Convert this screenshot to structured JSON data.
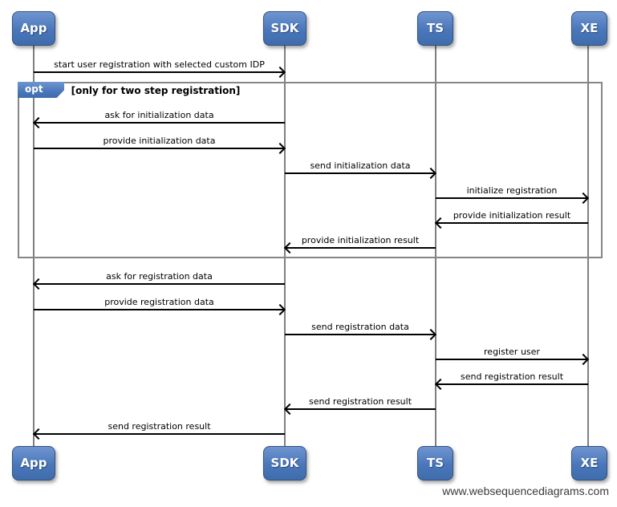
{
  "diagram": {
    "actors": [
      {
        "label": "App"
      },
      {
        "label": "SDK"
      },
      {
        "label": "TS"
      },
      {
        "label": "XE"
      }
    ],
    "messages": [
      {
        "label": "start user registration with selected custom IDP",
        "from": "App",
        "to": "SDK"
      },
      {
        "label": "ask for initialization data",
        "from": "SDK",
        "to": "App"
      },
      {
        "label": "provide initialization data",
        "from": "App",
        "to": "SDK"
      },
      {
        "label": "send initialization data",
        "from": "SDK",
        "to": "TS"
      },
      {
        "label": "initialize registration",
        "from": "TS",
        "to": "XE"
      },
      {
        "label": "provide initialization result",
        "from": "XE",
        "to": "TS"
      },
      {
        "label": "provide initialization result",
        "from": "TS",
        "to": "SDK"
      },
      {
        "label": "ask for registration data",
        "from": "SDK",
        "to": "App"
      },
      {
        "label": "provide registration data",
        "from": "App",
        "to": "SDK"
      },
      {
        "label": "send registration data",
        "from": "SDK",
        "to": "TS"
      },
      {
        "label": "register user",
        "from": "TS",
        "to": "XE"
      },
      {
        "label": "send registration result",
        "from": "XE",
        "to": "TS"
      },
      {
        "label": "send registration result",
        "from": "TS",
        "to": "SDK"
      },
      {
        "label": "send registration result",
        "from": "SDK",
        "to": "App"
      }
    ],
    "fragment": {
      "operator": "opt",
      "condition": "[only for two step registration]"
    },
    "watermark": "www.websequencediagrams.com"
  },
  "colors": {
    "actor_fill": "#4a77ba",
    "actor_border": "#31517f",
    "actor_text": "#ffffff",
    "fragment_border": "#868686",
    "lifeline": "#7f7f7f",
    "message_line": "#000000",
    "watermark_text": "#3a3a3a"
  }
}
